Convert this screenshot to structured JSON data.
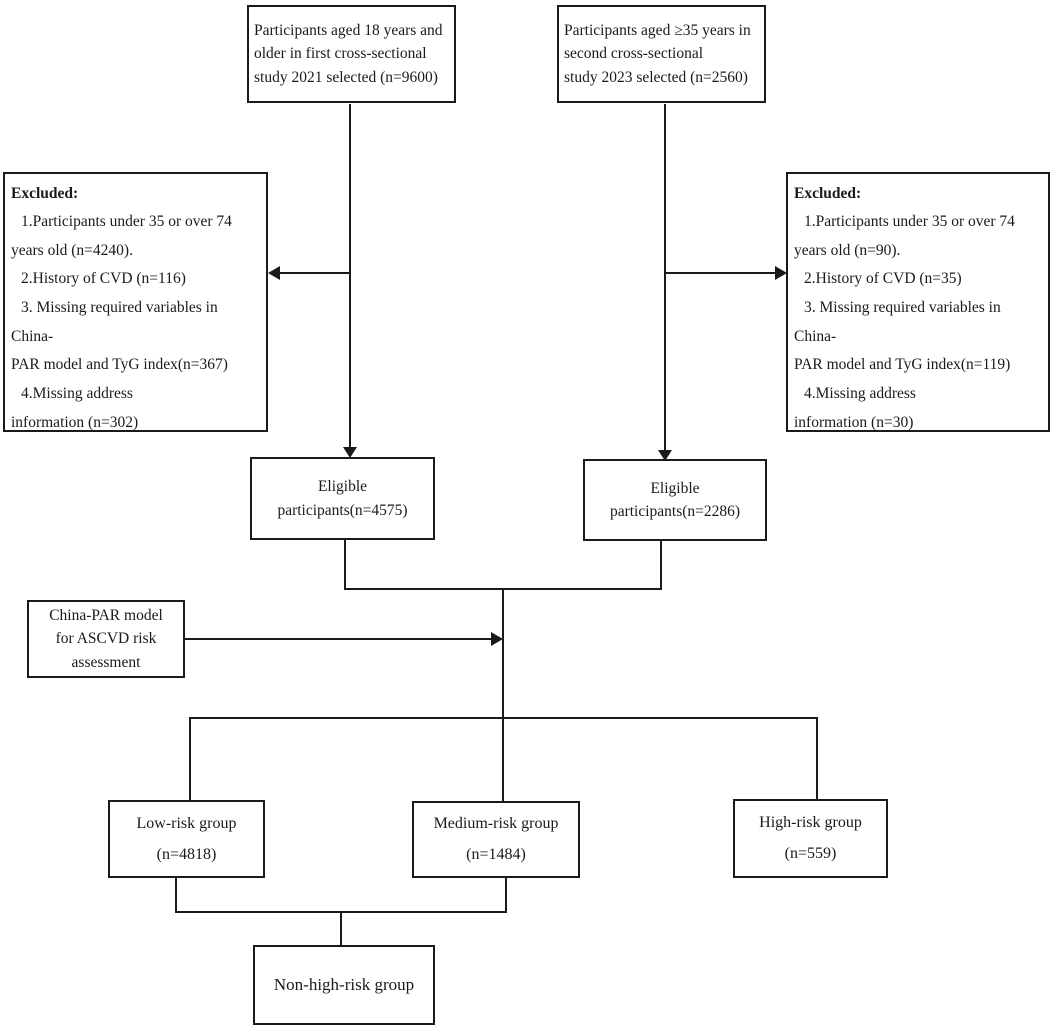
{
  "diagram": {
    "source_left": {
      "text": "Participants aged 18 years and\nolder in first cross-sectional\nstudy 2021 selected (n=9600)"
    },
    "source_right": {
      "text": "Participants aged ≥35 years in\nsecond cross-sectional\nstudy 2023 selected (n=2560)"
    },
    "excluded_left": {
      "title": "Excluded:",
      "items": [
        "1.Participants under 35 or over 74\nyears old (n=4240).",
        "2.History of CVD (n=116)",
        "3. Missing required variables in China-\nPAR model and TyG index(n=367)",
        "4.Missing address\ninformation (n=302)"
      ]
    },
    "excluded_right": {
      "title": "Excluded:",
      "items": [
        "1.Participants under 35 or over 74\nyears old (n=90).",
        "2.History of CVD (n=35)",
        "3. Missing required variables in China-\nPAR model and TyG index(n=119)",
        "4.Missing address\ninformation (n=30)"
      ]
    },
    "eligible_left": "Eligible\nparticipants(n=4575)",
    "eligible_right": "Eligible\nparticipants(n=2286)",
    "assessment": "China-PAR model\nfor ASCVD risk\nassessment",
    "groups": [
      {
        "label": "Low-risk group",
        "n": "(n=4818)"
      },
      {
        "label": "Medium-risk group",
        "n": "(n=1484)"
      },
      {
        "label": "High-risk group",
        "n": "(n=559)"
      }
    ],
    "merged_group": "Non-high-risk group",
    "colors": {
      "line": "#1a1a1a",
      "box_border": "#1a1a1a",
      "background": "#ffffff",
      "text": "#1a1a1a"
    }
  }
}
